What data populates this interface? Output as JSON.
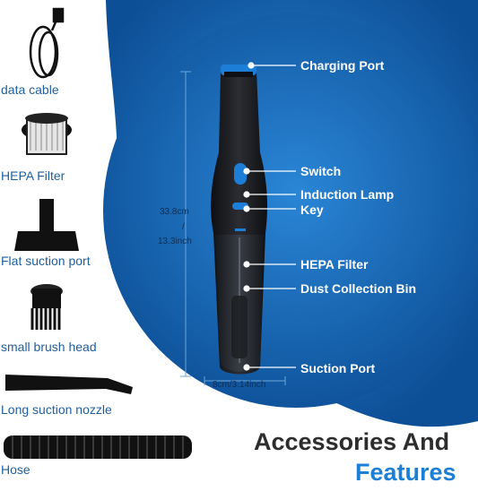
{
  "accessories": [
    {
      "label": "data cable",
      "icon": "usb-cable-icon"
    },
    {
      "label": "HEPA Filter",
      "icon": "hepa-filter-icon"
    },
    {
      "label": "Flat suction port",
      "icon": "flat-suction-port-icon"
    },
    {
      "label": "small brush head",
      "icon": "brush-head-icon"
    },
    {
      "label": "Long suction nozzle",
      "icon": "long-nozzle-icon"
    },
    {
      "label": "Hose",
      "icon": "hose-icon"
    }
  ],
  "callouts": [
    {
      "label": "Charging Port"
    },
    {
      "label": "Switch"
    },
    {
      "label": "Induction Lamp"
    },
    {
      "label": "Key"
    },
    {
      "label": "HEPA Filter"
    },
    {
      "label": "Dust Collection Bin"
    },
    {
      "label": "Suction Port"
    }
  ],
  "dimensions": {
    "height_cm": "33.8cm",
    "separator": "/",
    "height_inch": "13.3inch",
    "width": "8cm/3.14inch"
  },
  "title": {
    "line1": "Accessories And",
    "line2": "Features"
  },
  "colors": {
    "panel_blue": "#1565b8",
    "accent_blue": "#1c7ed6",
    "device_black": "#1b1b1f"
  }
}
